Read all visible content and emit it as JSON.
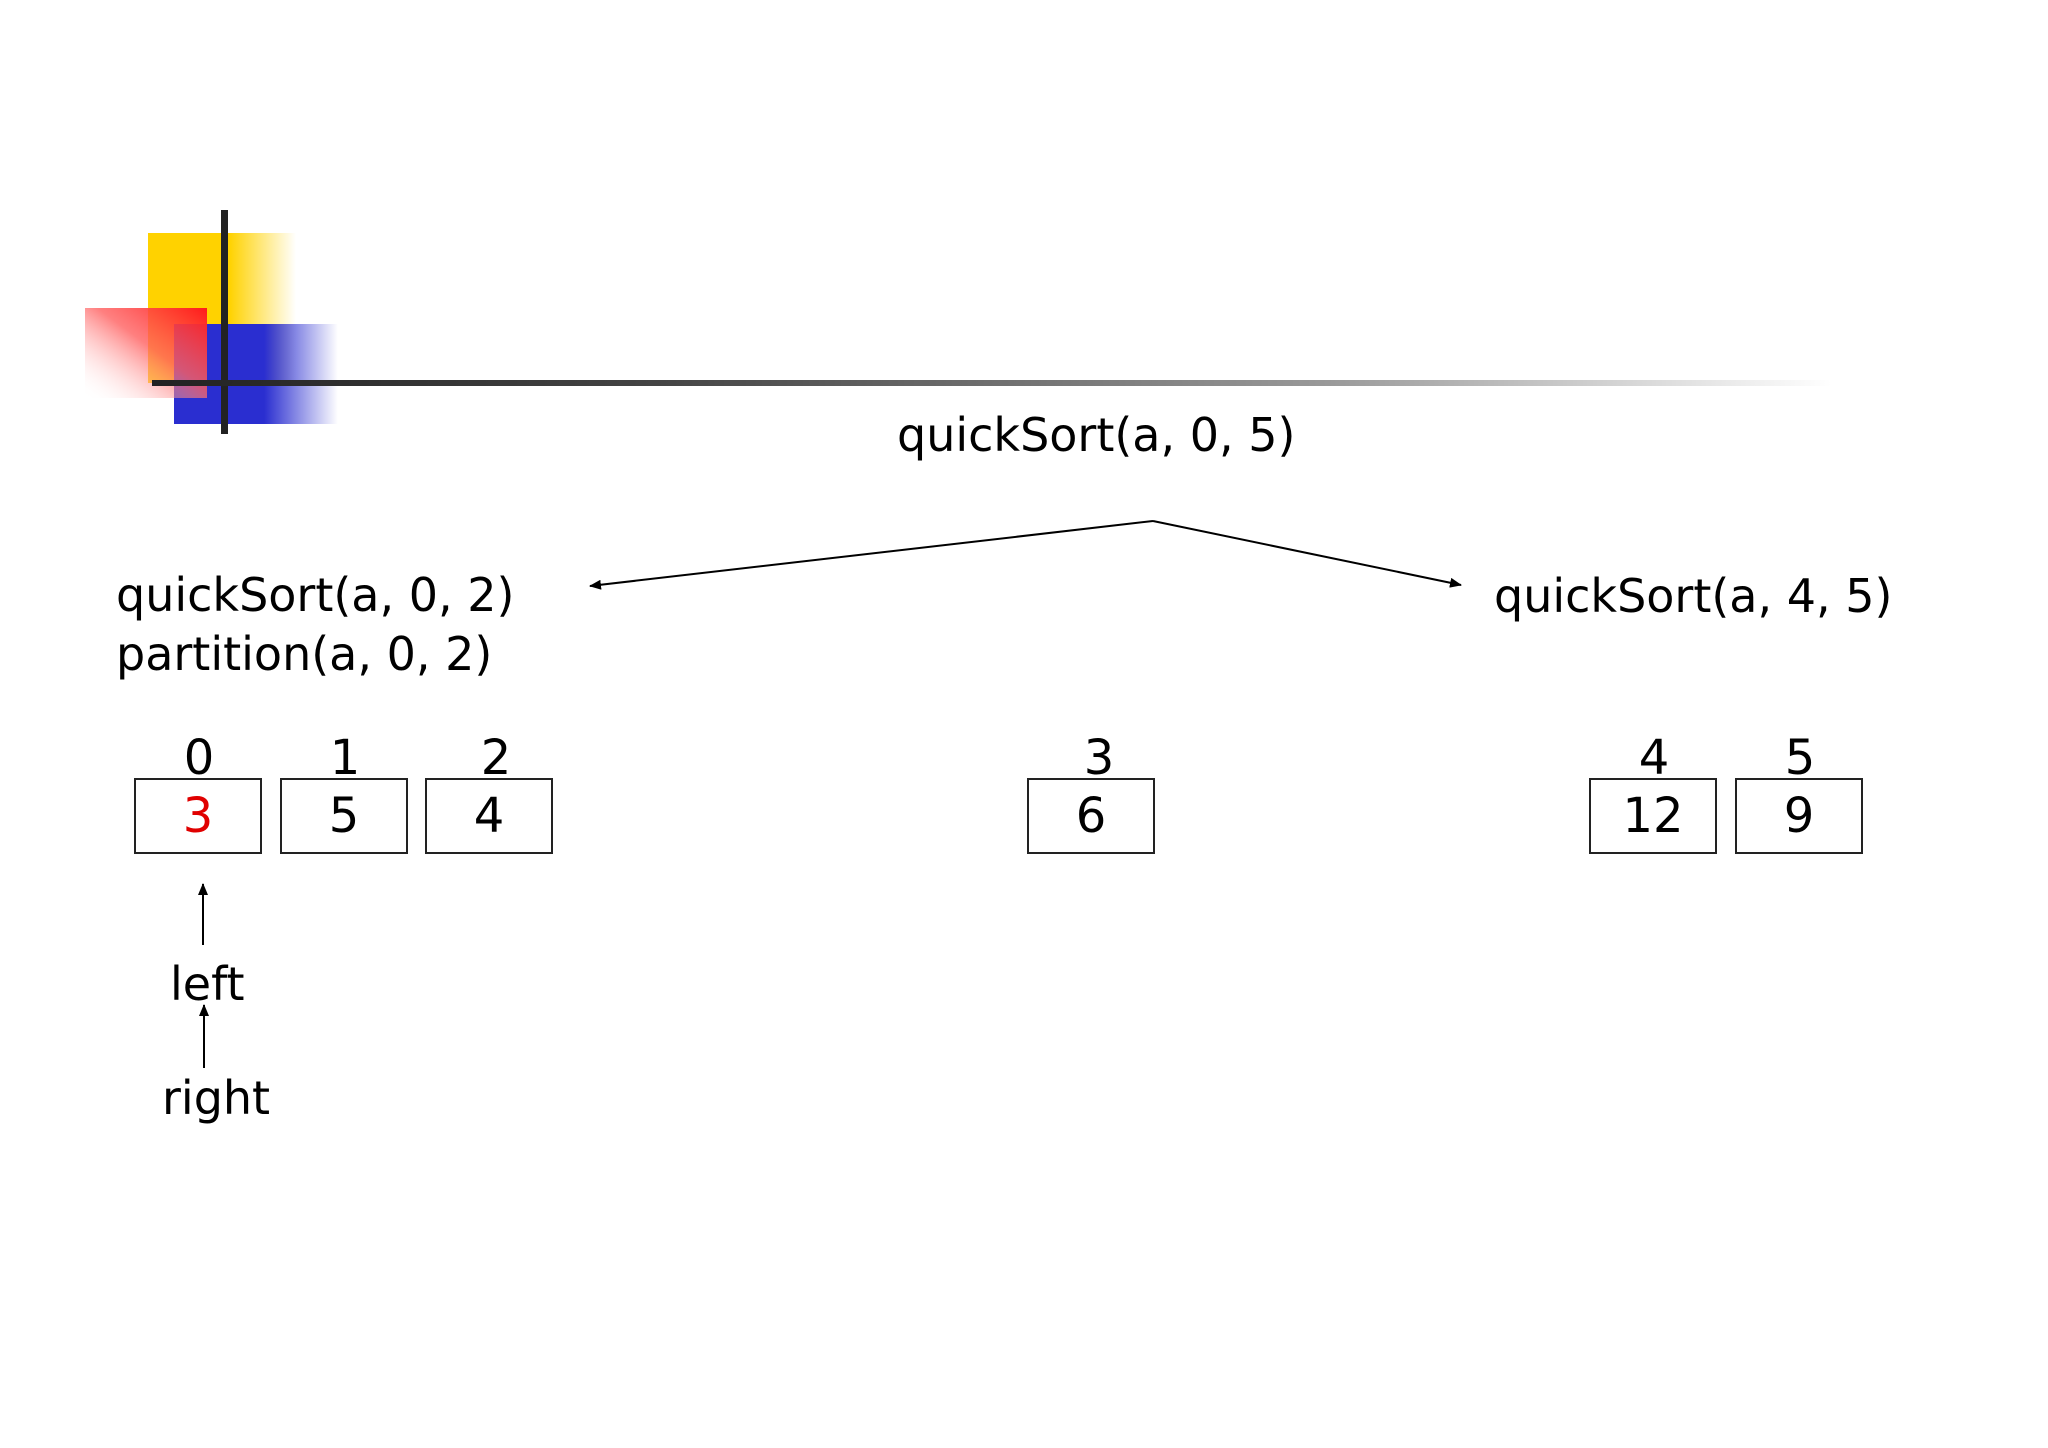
{
  "colors": {
    "yellow": "#ffd200",
    "red": "#ff2020",
    "blue": "#2a2ed0",
    "highlight_text": "#e00000",
    "rule": "#222222"
  },
  "calls": {
    "root": "quickSort(a, 0, 5)",
    "left_call": "quickSort(a, 0, 2)",
    "left_partition": "partition(a, 0, 2)",
    "right_call": "quickSort(a, 4, 5)"
  },
  "left_segment": {
    "indices": [
      "0",
      "1",
      "2"
    ],
    "values": [
      "3",
      "5",
      "4"
    ],
    "highlighted_index": 0
  },
  "middle_segment": {
    "indices": [
      "3"
    ],
    "values": [
      "6"
    ]
  },
  "right_segment": {
    "indices": [
      "4",
      "5"
    ],
    "values": [
      "12",
      "9"
    ]
  },
  "pointers": {
    "left_label": "left",
    "right_label": "right"
  }
}
